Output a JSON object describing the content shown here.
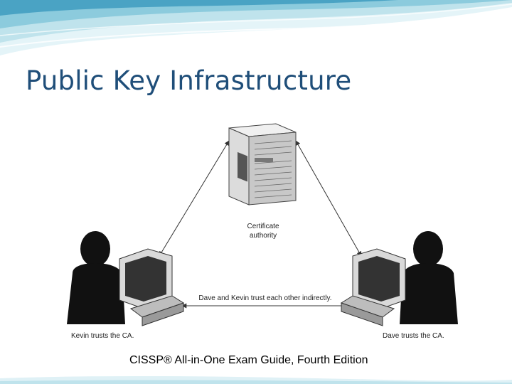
{
  "slide": {
    "title": "Public Key Infrastructure",
    "caption": "CISSP® All-in-One Exam Guide, Fourth Edition"
  },
  "diagram": {
    "nodes": {
      "ca": {
        "label": "Certificate authority"
      },
      "kevin": {
        "label": "Kevin trusts the CA."
      },
      "dave": {
        "label": "Dave trusts the CA."
      }
    },
    "edges": {
      "indirect_trust": {
        "label": "Dave and Kevin trust each other indirectly."
      }
    },
    "icons": [
      "server-tower-icon",
      "person-silhouette-icon",
      "crt-monitor-icon"
    ]
  },
  "colors": {
    "title": "#1f4e79",
    "wave_light": "#bfe3ec",
    "wave_mid": "#8ccbdd",
    "wave_dark": "#4aa3c4",
    "silhouette": "#111111"
  }
}
